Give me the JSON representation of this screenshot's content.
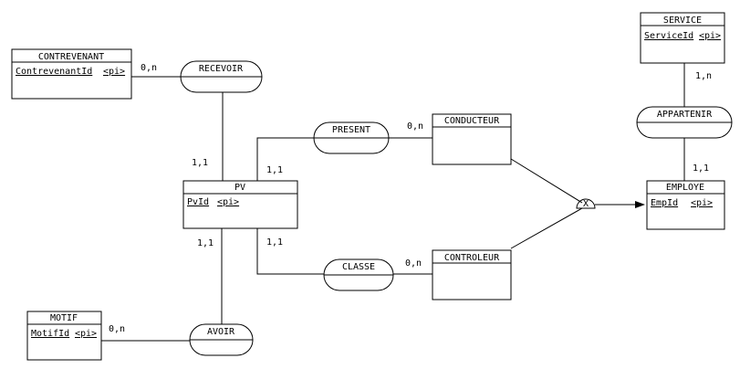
{
  "entities": {
    "contrevenant": {
      "name": "CONTREVENANT",
      "attr": "ContrevenantId",
      "pi": "<pi>"
    },
    "pv": {
      "name": "PV",
      "attr": "PvId",
      "pi": "<pi>"
    },
    "motif": {
      "name": "MOTIF",
      "attr": "MotifId",
      "pi": "<pi>"
    },
    "conducteur": {
      "name": "CONDUCTEUR"
    },
    "controleur": {
      "name": "CONTROLEUR"
    },
    "service": {
      "name": "SERVICE",
      "attr": "ServiceId",
      "pi": "<pi>"
    },
    "employe": {
      "name": "EMPLOYE",
      "attr": "EmpId",
      "pi": "<pi>"
    }
  },
  "associations": {
    "recevoir": "RECEVOIR",
    "present": "PRESENT",
    "classe": "CLASSE",
    "avoir": "AVOIR",
    "appartenir": "APPARTENIR"
  },
  "cardinalities": {
    "contrevenant_recevoir": "0,n",
    "pv_recevoir": "1,1",
    "pv_present": "1,1",
    "present_conducteur": "0,n",
    "pv_classe": "1,1",
    "classe_controleur": "0,n",
    "pv_avoir": "1,1",
    "motif_avoir": "0,n",
    "service_appartenir": "1,n",
    "employe_appartenir": "1,1"
  },
  "inheritance_symbol": "X"
}
